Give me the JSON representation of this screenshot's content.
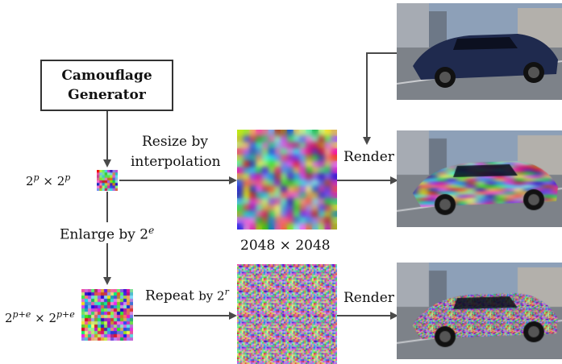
{
  "generator": {
    "line1": "Camouflage",
    "line2": "Generator"
  },
  "labels": {
    "small_size_base": "2",
    "small_size_exp": "p",
    "small_size_times": "×",
    "resize_line1": "Resize by",
    "resize_line2": "interpolation",
    "enlarge_prefix": "Enlarge by 2",
    "enlarge_exp": "e",
    "large_tile_base": "2",
    "large_tile_exp": "p+e",
    "repeat_prefix": "Repeat",
    "repeat_by": "by 2",
    "repeat_exp": "r",
    "texture_size": "2048 × 2048",
    "render_top": "Render",
    "render_bottom": "Render"
  },
  "colors": {
    "arrow": "#4a4a4a",
    "box_border": "#333333",
    "car_dark_blue": "#1f2a4e",
    "sky": "#7a8fa8",
    "road": "#8a8f96"
  },
  "icons": [
    "car-photo",
    "camouflage-texture"
  ]
}
